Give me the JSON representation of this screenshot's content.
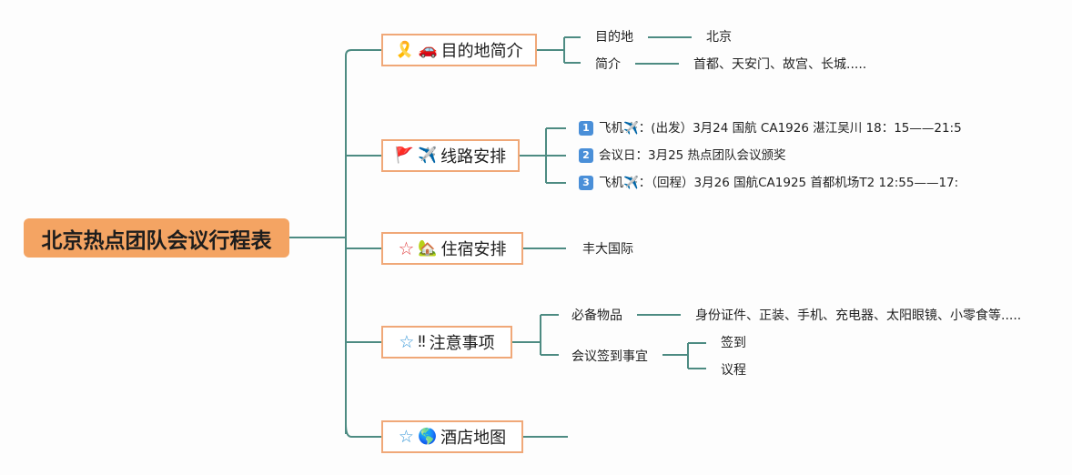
{
  "root": {
    "title": "北京热点团队会议行程表"
  },
  "colors": {
    "line": "#4d8b82",
    "root_fill": "#f4a463",
    "topic_border": "#f0a878"
  },
  "topics": {
    "t1": {
      "icons": [
        "🎗️",
        "🚗"
      ],
      "icon_names": [
        "ribbon-award-icon",
        "car-icon"
      ],
      "label": "目的地简介"
    },
    "t2": {
      "icons": [
        "🚩",
        "✈️"
      ],
      "icon_names": [
        "red-flag-icon",
        "airplane-icon"
      ],
      "label": "线路安排"
    },
    "t3": {
      "icons": [
        "☆",
        "🏡"
      ],
      "icon_names": [
        "star-icon",
        "house-icon"
      ],
      "label": "住宿安排"
    },
    "t4": {
      "icons": [
        "☆",
        "‼"
      ],
      "icon_names": [
        "star-icon",
        "double-exclamation-icon"
      ],
      "label": "注意事项"
    },
    "t5": {
      "icons": [
        "☆",
        "🌎"
      ],
      "icon_names": [
        "star-icon",
        "globe-icon"
      ],
      "label": "酒店地图"
    }
  },
  "t1_children": [
    {
      "label": "目的地",
      "value": "北京"
    },
    {
      "label": "简介",
      "value": "首都、天安门、故宫、长城....."
    }
  ],
  "t2_children": [
    {
      "num": "1",
      "text": "飞机✈️：(出发）3月24 国航 CA1926 湛江吴川 18：15——21:5"
    },
    {
      "num": "2",
      "text": "会议日：3月25 热点团队会议颁奖"
    },
    {
      "num": "3",
      "text": "飞机✈️：（回程）3月26 国航CA1925 首都机场T2 12:55——17:"
    }
  ],
  "t3_children": [
    {
      "label": "丰大国际"
    }
  ],
  "t4_children": [
    {
      "label": "必备物品",
      "value": "身份证件、正装、手机、充电器、太阳眼镜、小零食等....."
    },
    {
      "label": "会议签到事宜",
      "values": [
        "签到",
        "议程"
      ]
    }
  ]
}
